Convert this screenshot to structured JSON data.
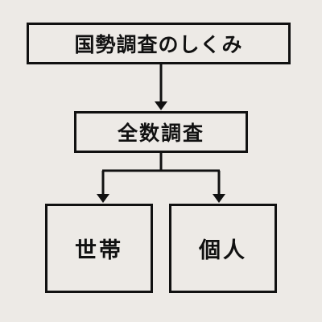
{
  "diagram": {
    "root": {
      "label": "国勢調査のしくみ"
    },
    "middle": {
      "label": "全数調査"
    },
    "leaves": [
      {
        "label": "世帯"
      },
      {
        "label": "個人"
      }
    ]
  },
  "colors": {
    "background": "#edeae6",
    "stroke": "#111111"
  }
}
